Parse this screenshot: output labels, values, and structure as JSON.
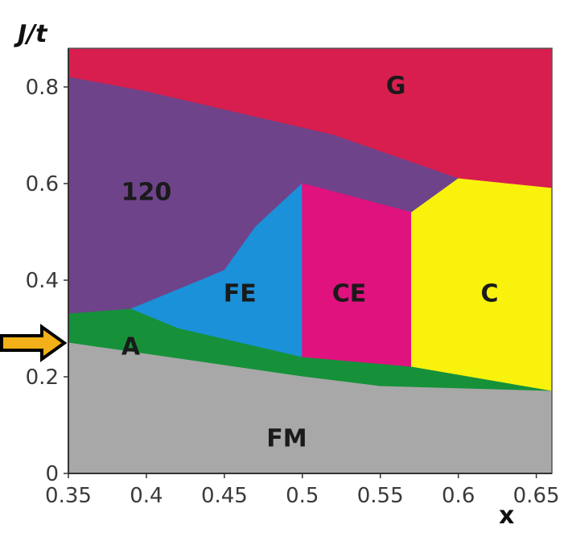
{
  "chart_data": {
    "type": "area",
    "title": "",
    "xlabel": "x",
    "ylabel": "J/t",
    "xlim": [
      0.35,
      0.66
    ],
    "ylim": [
      0,
      0.88
    ],
    "x_ticks": [
      0.35,
      0.4,
      0.45,
      0.5,
      0.55,
      0.6,
      0.65
    ],
    "x_tick_labels": [
      "0.35",
      "0.4",
      "0.45",
      "0.5",
      "0.55",
      "0.6",
      "0.65"
    ],
    "y_ticks": [
      0,
      0.2,
      0.4,
      0.6,
      0.8
    ],
    "y_tick_labels": [
      "0",
      "0.2",
      "0.4",
      "0.6",
      "0.8"
    ],
    "grid": false,
    "marker": {
      "type": "arrow",
      "y": 0.27,
      "color": "#f2b019"
    },
    "regions": [
      {
        "name": "G",
        "color": "#d81e4e",
        "label_at": [
          0.56,
          0.8
        ],
        "polygon": [
          [
            0.35,
            0.88
          ],
          [
            0.66,
            0.88
          ],
          [
            0.66,
            0.58
          ],
          [
            0.6,
            0.61
          ],
          [
            0.57,
            0.54
          ],
          [
            0.5,
            0.6
          ],
          [
            0.52,
            0.7
          ],
          [
            0.4,
            0.79
          ],
          [
            0.35,
            0.82
          ]
        ]
      },
      {
        "name": "120",
        "color": "#6e438a",
        "label_at": [
          0.4,
          0.58
        ],
        "polygon": [
          [
            0.35,
            0.82
          ],
          [
            0.4,
            0.79
          ],
          [
            0.52,
            0.7
          ],
          [
            0.6,
            0.61
          ],
          [
            0.57,
            0.54
          ],
          [
            0.5,
            0.6
          ],
          [
            0.47,
            0.51
          ],
          [
            0.45,
            0.42
          ],
          [
            0.39,
            0.34
          ],
          [
            0.35,
            0.33
          ]
        ]
      },
      {
        "name": "FE",
        "color": "#1b91da",
        "label_at": [
          0.46,
          0.37
        ],
        "polygon": [
          [
            0.39,
            0.34
          ],
          [
            0.45,
            0.42
          ],
          [
            0.47,
            0.51
          ],
          [
            0.5,
            0.6
          ],
          [
            0.5,
            0.24
          ],
          [
            0.42,
            0.3
          ]
        ]
      },
      {
        "name": "CE",
        "color": "#e0127e",
        "label_at": [
          0.53,
          0.37
        ],
        "polygon": [
          [
            0.5,
            0.6
          ],
          [
            0.57,
            0.54
          ],
          [
            0.57,
            0.22
          ],
          [
            0.5,
            0.24
          ]
        ]
      },
      {
        "name": "C",
        "color": "#f8f20d",
        "label_at": [
          0.62,
          0.37
        ],
        "polygon": [
          [
            0.57,
            0.54
          ],
          [
            0.6,
            0.61
          ],
          [
            0.66,
            0.59
          ],
          [
            0.66,
            0.17
          ],
          [
            0.57,
            0.22
          ]
        ]
      },
      {
        "name": "A",
        "color": "#16913a",
        "label_at": [
          0.39,
          0.26
        ],
        "polygon": [
          [
            0.35,
            0.33
          ],
          [
            0.39,
            0.34
          ],
          [
            0.42,
            0.3
          ],
          [
            0.5,
            0.24
          ],
          [
            0.57,
            0.22
          ],
          [
            0.66,
            0.17
          ],
          [
            0.55,
            0.18
          ],
          [
            0.5,
            0.2
          ],
          [
            0.35,
            0.27
          ]
        ]
      },
      {
        "name": "FM",
        "color": "#a8a8a8",
        "label_at": [
          0.49,
          0.07
        ],
        "polygon": [
          [
            0.35,
            0.27
          ],
          [
            0.5,
            0.2
          ],
          [
            0.55,
            0.18
          ],
          [
            0.66,
            0.17
          ],
          [
            0.66,
            0
          ],
          [
            0.35,
            0
          ]
        ]
      }
    ]
  }
}
